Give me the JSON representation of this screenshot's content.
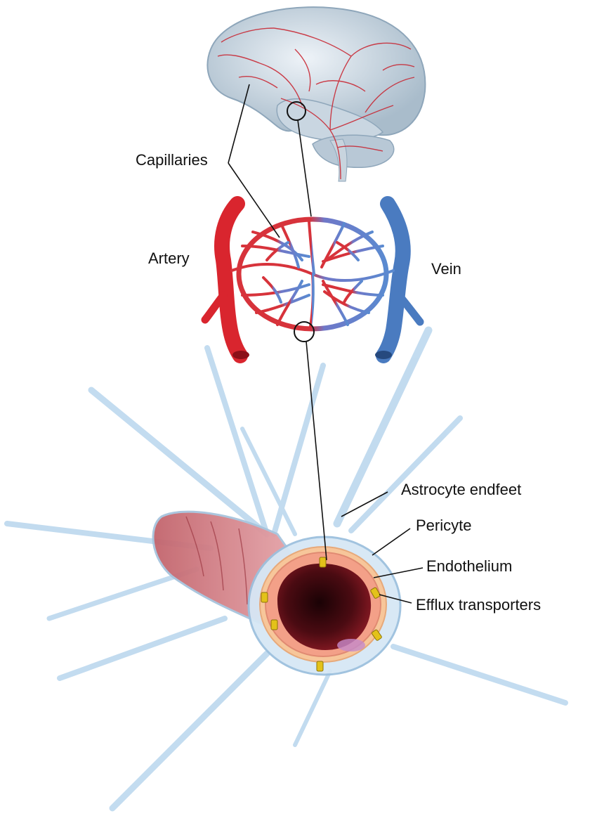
{
  "labels": {
    "capillaries": "Capillaries",
    "artery": "Artery",
    "vein": "Vein",
    "astrocyte_endfeet": "Astrocyte endfeet",
    "pericyte": "Pericyte",
    "endothelium": "Endothelium",
    "efflux_transporters": "Efflux transporters"
  },
  "colors": {
    "artery": "#d9252e",
    "vein": "#4a7bc0",
    "capillary_red": "#d7333b",
    "capillary_blue": "#5a8ad0",
    "astrocyte": "#bcd8ee",
    "endothelium": "#f3a088",
    "lumen": "#3a0a0e",
    "transporter": "#e3c21a",
    "leader_line": "#111111"
  }
}
